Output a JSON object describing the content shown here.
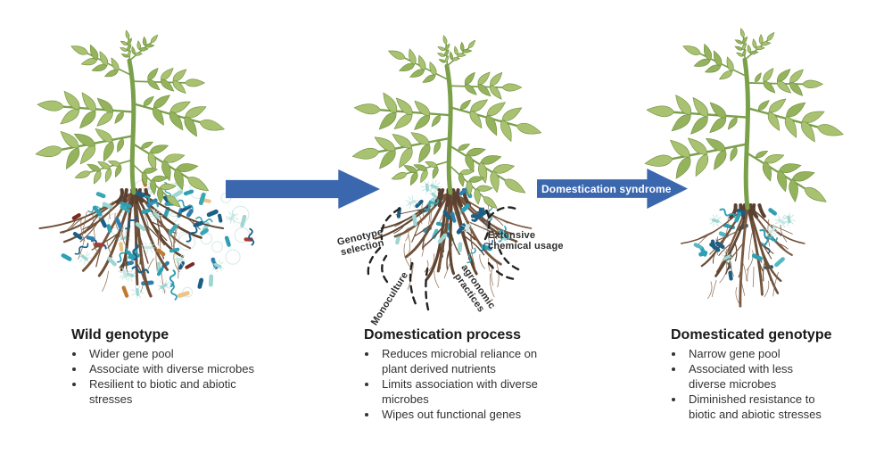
{
  "figure_title": "Plant domestication and root microbiome diagram",
  "columns": [
    {
      "id": "wild",
      "heading": "Wild genotype",
      "bullets": [
        "Wider gene pool",
        "Associate with diverse microbes",
        "Resilient to biotic and abiotic stresses"
      ]
    },
    {
      "id": "process",
      "heading": "Domestication process",
      "bullets": [
        "Reduces microbial reliance on plant derived nutrients",
        "Limits association with diverse microbes",
        "Wipes out functional genes"
      ]
    },
    {
      "id": "domesticated",
      "heading": "Domesticated genotype",
      "bullets": [
        "Narrow gene pool",
        "Associated with less diverse microbes",
        "Diminished resistance to biotic and abiotic stresses"
      ]
    }
  ],
  "arrows": {
    "to_process": {
      "label": ""
    },
    "to_domesticated": {
      "label": "Domestication syndrome"
    }
  },
  "process_labels": {
    "genotype_selection": "Genotype selection",
    "monoculture": "Monoculture",
    "agronomic_practices": "agronomic practices",
    "extensive_chemical_usage": "Extensive chemical usage"
  },
  "palette": {
    "arrow_blue": "#3B67AE",
    "heading_text": "#1a1a1a",
    "body_text": "#333333",
    "zone_label_text": "#2d2d2d",
    "dashed_line": "#222222",
    "stem_green": "#7ba04a",
    "leaf_green": "#a9c271",
    "leaf_shade": "#94b35c",
    "leaf_stroke": "#6f8f3f",
    "root_brown": "#6e4f39",
    "root_dark": "#5a4030",
    "root_fine": "#8a6a50",
    "microbes_diverse": [
      "#2f9fb4",
      "#1b5e86",
      "#9fd6d2",
      "#2e7fae",
      "#a83c34",
      "#7e2a24",
      "#c07a30",
      "#eec489",
      "#3aa7b5",
      "#c9e8e5"
    ],
    "microbes_reduced": [
      "#2f9fb4",
      "#1b5e86",
      "#9fd6d2",
      "#53b7c4",
      "#2e7fae"
    ],
    "cilia": "#bfe3dd",
    "faint_ring": "#d7ece9"
  }
}
